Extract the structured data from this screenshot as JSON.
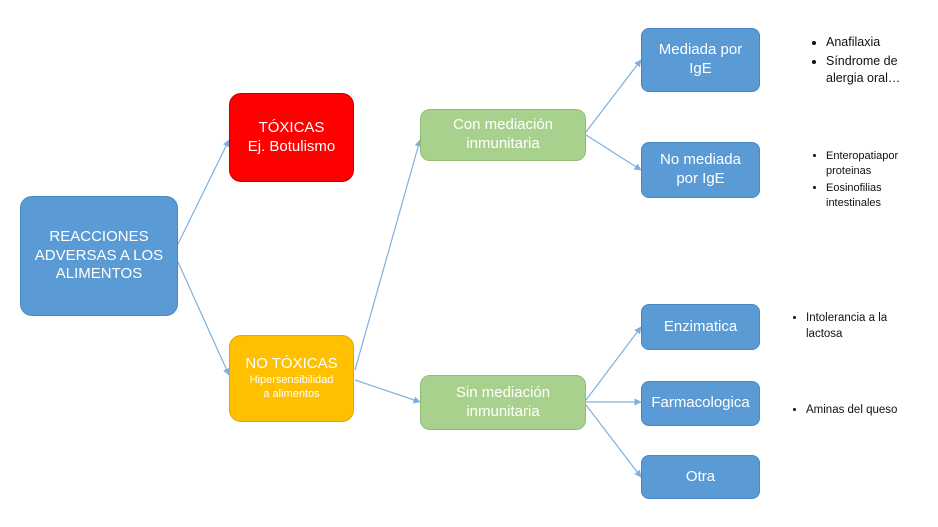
{
  "nodes": {
    "root": {
      "line1": "REACCIONES",
      "line2": "ADVERSAS A LOS",
      "line3": "ALIMENTOS"
    },
    "toxicas": {
      "title": "TÓXICAS",
      "sub": "Ej. Botulismo"
    },
    "no_toxicas": {
      "title": "NO TÓXICAS",
      "sub1": "Hipersensibilidad",
      "sub2": "a alimentos"
    },
    "con_mediacion": {
      "line1": "Con mediación",
      "line2": "inmunitaria"
    },
    "sin_mediacion": {
      "line1": "Sin mediación",
      "line2": "inmunitaria"
    },
    "mediada_ige": {
      "line1": "Mediada por",
      "line2": "IgE"
    },
    "no_mediada_ige": {
      "line1": "No mediada",
      "line2": "por IgE"
    },
    "enzimatica": {
      "label": "Enzimatica"
    },
    "farmacologica": {
      "label": "Farmacologica"
    },
    "otra": {
      "label": "Otra"
    }
  },
  "notes": {
    "mediada_ige": [
      "Anafilaxia",
      "Síndrome de alergia oral…"
    ],
    "no_mediada_ige": [
      "Enteropatiapor proteinas",
      "Eosinofilias intestinales"
    ],
    "enzimatica": [
      "Intolerancia a la lactosa"
    ],
    "farmacologica": [
      "Aminas del queso"
    ]
  },
  "colors": {
    "blue": "#5b9bd5",
    "red": "#ff0000",
    "amber": "#ffc000",
    "green": "#a9d18e",
    "connector": "#7fb0dc"
  }
}
